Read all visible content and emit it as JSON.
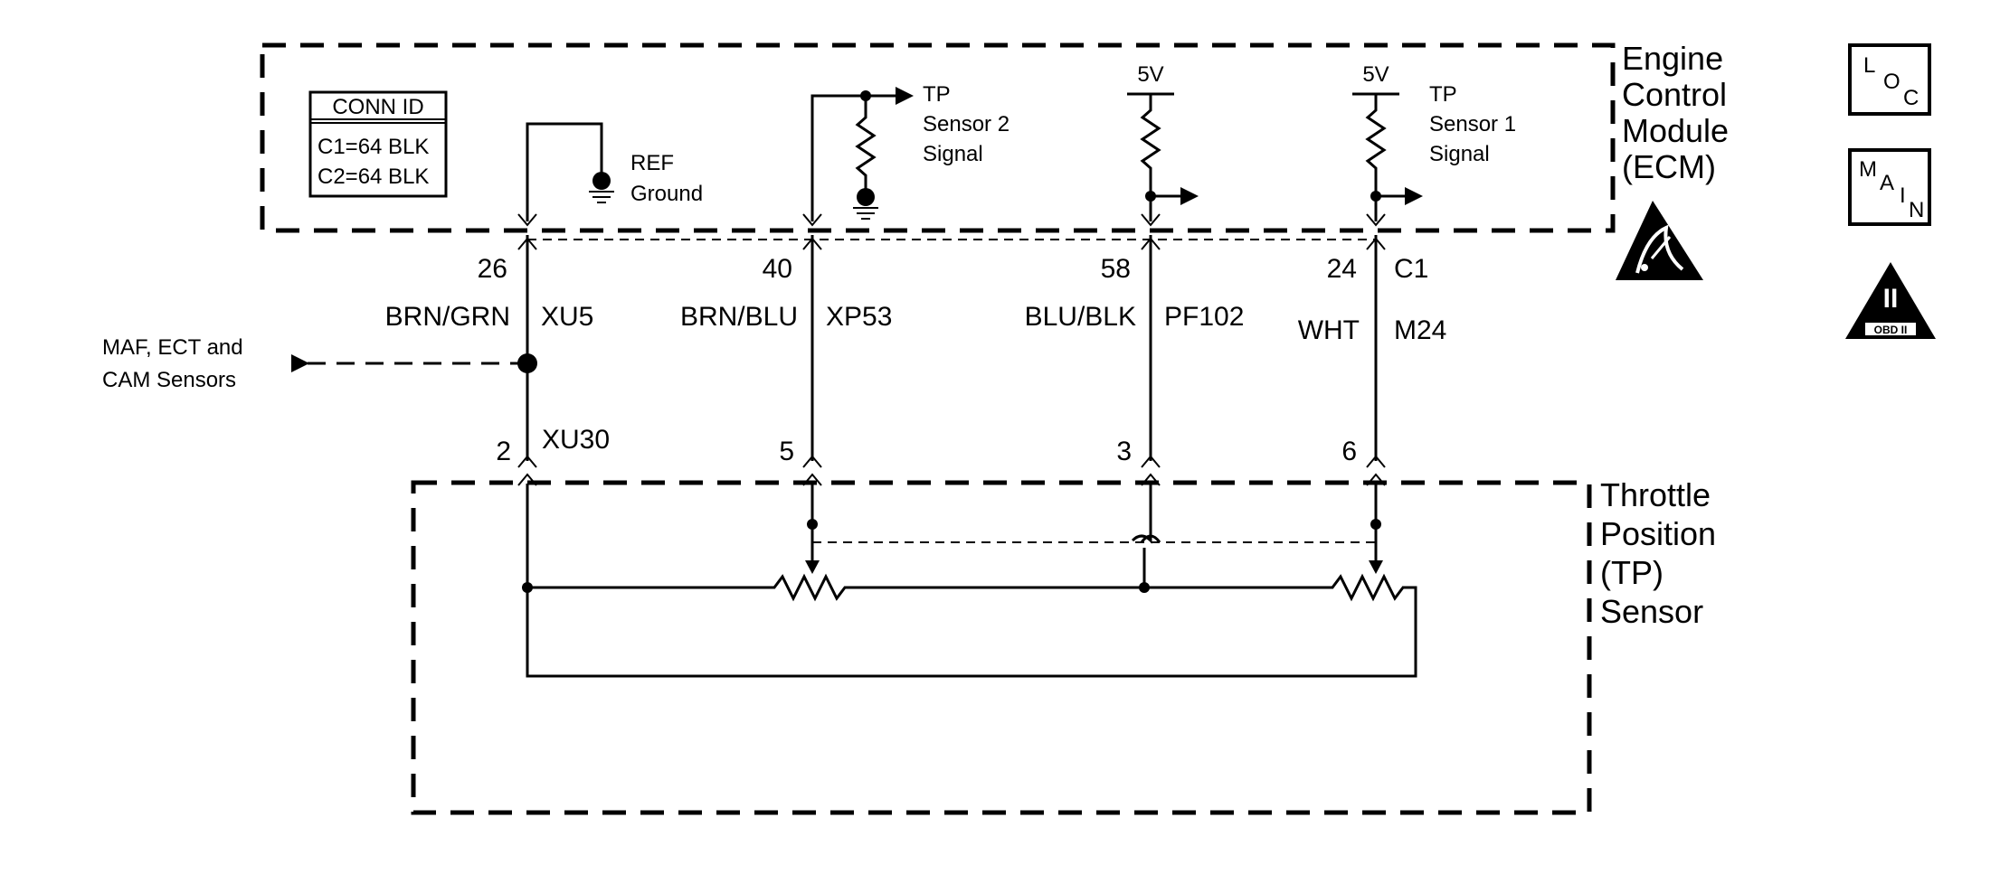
{
  "ecm": {
    "title_lines": [
      "Engine",
      "Control",
      "Module",
      "(ECM)"
    ],
    "conn_id_title": "CONN ID",
    "conn_id_rows": [
      "C1=64 BLK",
      "C2=64 BLK"
    ],
    "ref_ground_lines": [
      "REF",
      "Ground"
    ],
    "tp2_signal_lines": [
      "TP",
      "Sensor 2",
      "Signal"
    ],
    "tp1_signal_lines": [
      "TP",
      "Sensor 1",
      "Signal"
    ],
    "voltage_a": "5V",
    "voltage_b": "5V"
  },
  "circuits": [
    {
      "ecm_pin": "26",
      "color": "BRN/GRN",
      "circuit": "XU5",
      "sensor_pin": "2",
      "extra": "XU30"
    },
    {
      "ecm_pin": "40",
      "color": "BRN/BLU",
      "circuit": "XP53",
      "sensor_pin": "5"
    },
    {
      "ecm_pin": "58",
      "color": "BLU/BLK",
      "circuit": "PF102",
      "sensor_pin": "3"
    },
    {
      "ecm_pin": "24",
      "color": "WHT",
      "circuit": "M24",
      "sensor_pin": "6",
      "connector": "C1"
    }
  ],
  "external": {
    "label_lines": [
      "MAF, ECT and",
      "CAM Sensors"
    ]
  },
  "sensor": {
    "title_lines": [
      "Throttle",
      "Position",
      "(TP)",
      "Sensor"
    ]
  },
  "icons": {
    "loc": [
      "L",
      "O",
      "C"
    ],
    "main": [
      "M",
      "A",
      "I",
      "N"
    ],
    "obd": {
      "numeral": "II",
      "caption": "OBD II"
    }
  }
}
